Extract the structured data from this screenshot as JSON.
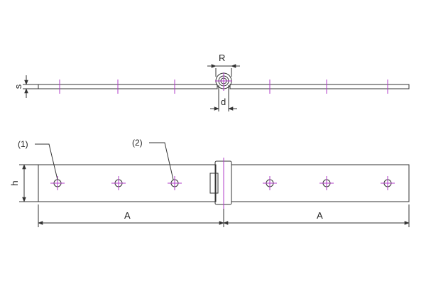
{
  "drawing": {
    "labels": {
      "R": "R",
      "s": "s",
      "d": "d",
      "h": "h",
      "A_left": "A",
      "A_right": "A",
      "callout_1": "(1)",
      "callout_2": "(2)"
    },
    "colors": {
      "outline": "#333333",
      "centerline": "#b03cc8",
      "background": "#ffffff"
    }
  }
}
